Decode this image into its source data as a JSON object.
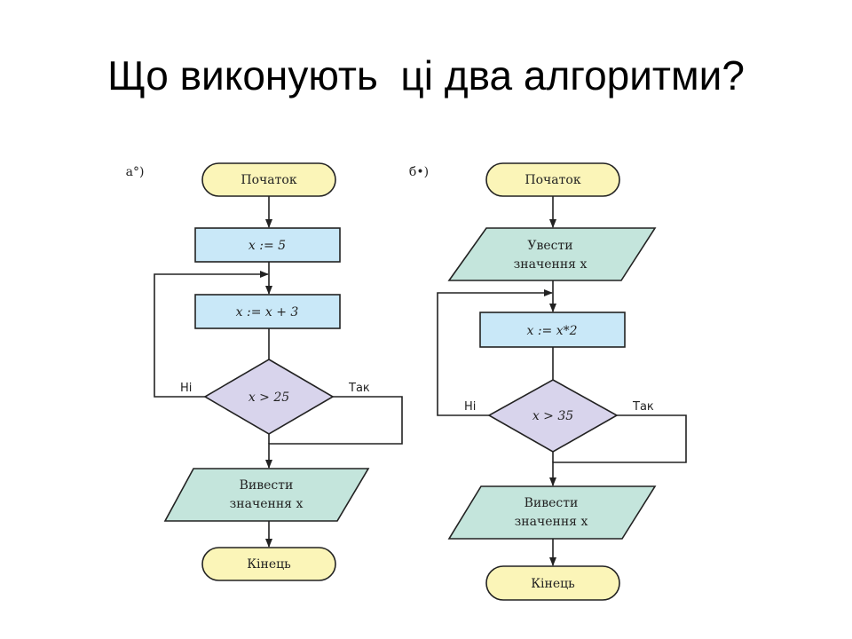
{
  "title": "Що виконують  ці два алгоритми?",
  "colors": {
    "terminal": "#fbf5b8",
    "process": "#c9e8f8",
    "io": "#c4e5dc",
    "decision": "#d8d4ec"
  },
  "flowchart_a": {
    "label": "а°)",
    "start": "Початок",
    "init": "x := 5",
    "step": "x := x + 3",
    "condition": "x > 25",
    "no": "Ні",
    "yes": "Так",
    "output_line1": "Вивести",
    "output_line2": "значення x",
    "end": "Кінець"
  },
  "flowchart_b": {
    "label": "б•)",
    "start": "Початок",
    "input_line1": "Увести",
    "input_line2": "значення x",
    "step": "x := x*2",
    "condition": "x > 35",
    "no": "Ні",
    "yes": "Так",
    "output_line1": "Вивести",
    "output_line2": "значення x",
    "end": "Кінець"
  }
}
